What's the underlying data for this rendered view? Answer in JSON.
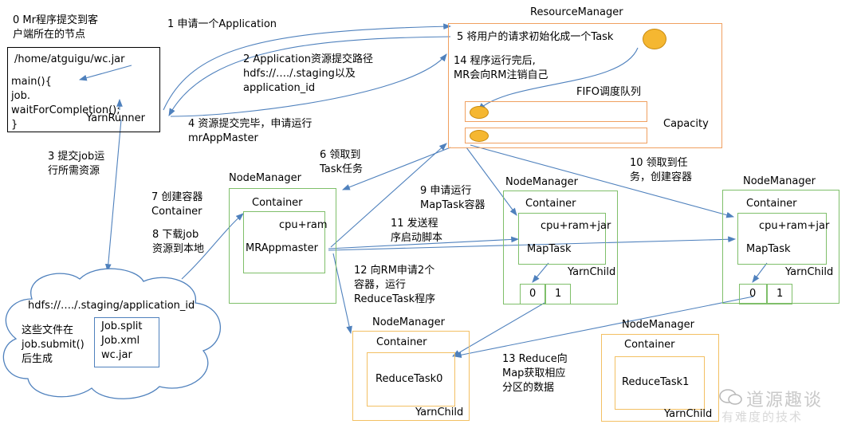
{
  "client": {
    "note": "0 Mr程序提交到客\n户端所在的节点",
    "jar_path": "/home/atguigu/wc.jar",
    "code": "main(){\n   job.\nwaitForCompletion();\n}",
    "runner": "YarnRunner"
  },
  "resource_manager": {
    "title": "ResourceManager",
    "task_init": "5 将用户的请求初始化成一个Task",
    "finish_note": "14 程序运行完后,\nMR会向RM注销自己",
    "fifo": "FIFO调度队列",
    "capacity": "Capacity"
  },
  "steps": {
    "s1": "1 申请一个Application",
    "s2": "2 Application资源提交路径\nhdfs://…./.staging以及\napplication_id",
    "s3": "3 提交job运\n行所需资源",
    "s4": "4 资源提交完毕，申请运行\nmrAppMaster",
    "s6": "6 领取到\nTask任务",
    "s7": "7 创建容器\nContainer",
    "s8": "8 下载job\n资源到本地",
    "s9": "9 申请运行\nMapTask容器",
    "s10": "10 领取到任\n务，创建容器",
    "s11": "11 发送程\n序启动脚本",
    "s12": "12 向RM申请2个\n容器，运行\nReduceTask程序",
    "s13": "13 Reduce向\nMap获取相应\n分区的数据"
  },
  "hdfs": {
    "path": "hdfs://…./.staging/application_id",
    "note": "这些文件在\njob.submit()\n后生成",
    "files": "Job.split\nJob.xml\nwc.jar"
  },
  "nm_app": {
    "title": "NodeManager",
    "container": "Container",
    "res": "cpu+ram",
    "master": "MRAppmaster"
  },
  "nm_map1": {
    "title": "NodeManager",
    "container": "Container",
    "res": "cpu+ram+jar",
    "task": "MapTask",
    "child": "YarnChild",
    "p0": "0",
    "p1": "1"
  },
  "nm_map2": {
    "title": "NodeManager",
    "container": "Container",
    "res": "cpu+ram+jar",
    "task": "MapTask",
    "child": "YarnChild",
    "p0": "0",
    "p1": "1"
  },
  "nm_red0": {
    "title": "NodeManager",
    "container": "Container",
    "task": "ReduceTask0",
    "child": "YarnChild"
  },
  "nm_red1": {
    "title": "NodeManager",
    "container": "Container",
    "task": "ReduceTask1",
    "child": "YarnChild"
  },
  "watermark": {
    "brand": "道源趣谈",
    "slogan": "有难度的技术"
  },
  "colors": {
    "orange": "#f0a060",
    "green": "#7fbf6a",
    "yellow": "#f3c063",
    "blue": "#6f8fcf",
    "arrow": "#4f81bd"
  }
}
